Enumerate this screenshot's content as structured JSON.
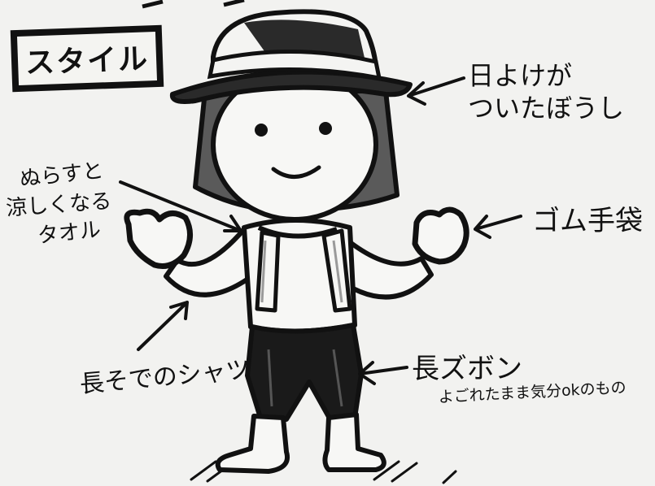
{
  "title": "スタイル",
  "labels": {
    "hat_line1": "日よけが",
    "hat_line2": "ついたぼうし",
    "towel_line1": "ぬらすと",
    "towel_line2": "涼しくなる",
    "towel_line3": "タオル",
    "gloves": "ゴム手袋",
    "shirt": "長そでのシャツ",
    "pants_line1": "長ズボン",
    "pants_line2": "よごれたまま気分okのもの"
  },
  "colors": {
    "ink": "#111111",
    "paper": "#f2f2f0",
    "shade": "#3a3a3a"
  }
}
